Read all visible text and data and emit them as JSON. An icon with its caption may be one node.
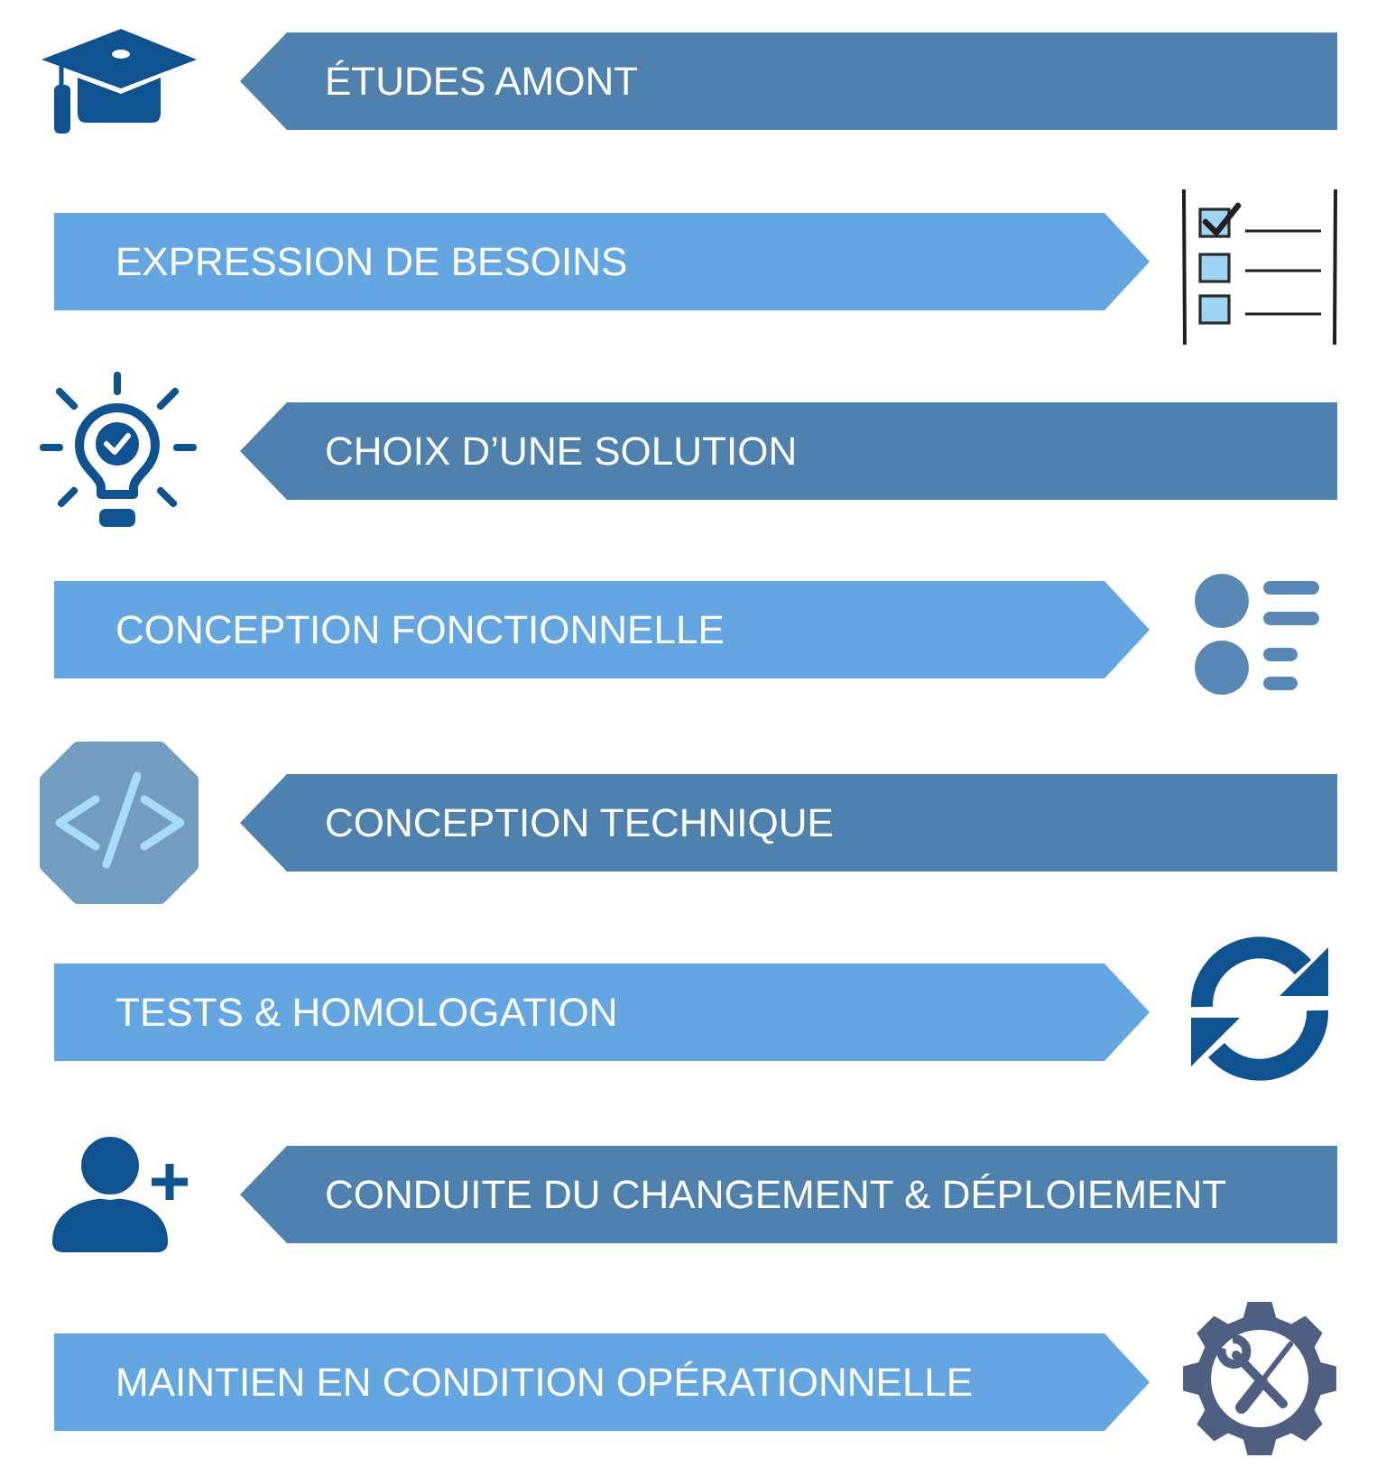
{
  "diagram": {
    "nodes": [
      {
        "text": [
          "ÉTUDES AMONT"
        ]
      },
      {
        "text": [
          "EXPRESSION DE BESOINS"
        ]
      },
      {
        "text": [
          "CHOIX D’UNE SOLUTION"
        ]
      },
      {
        "text": [
          "CONCEPTION FONCTIONNELLE"
        ]
      },
      {
        "text": [
          "CONCEPTION TECHNIQUE"
        ]
      },
      {
        "text": [
          "TESTS & HOMOLOGATION"
        ]
      },
      {
        "text": [
          "CONDUITE DU CHANGEMENT & DÉPLOIEMENT"
        ]
      },
      {
        "text": [
          "MAINTIEN EN CONDITION OPÉRATIONNELLE"
        ]
      }
    ],
    "edges": []
  }
}
